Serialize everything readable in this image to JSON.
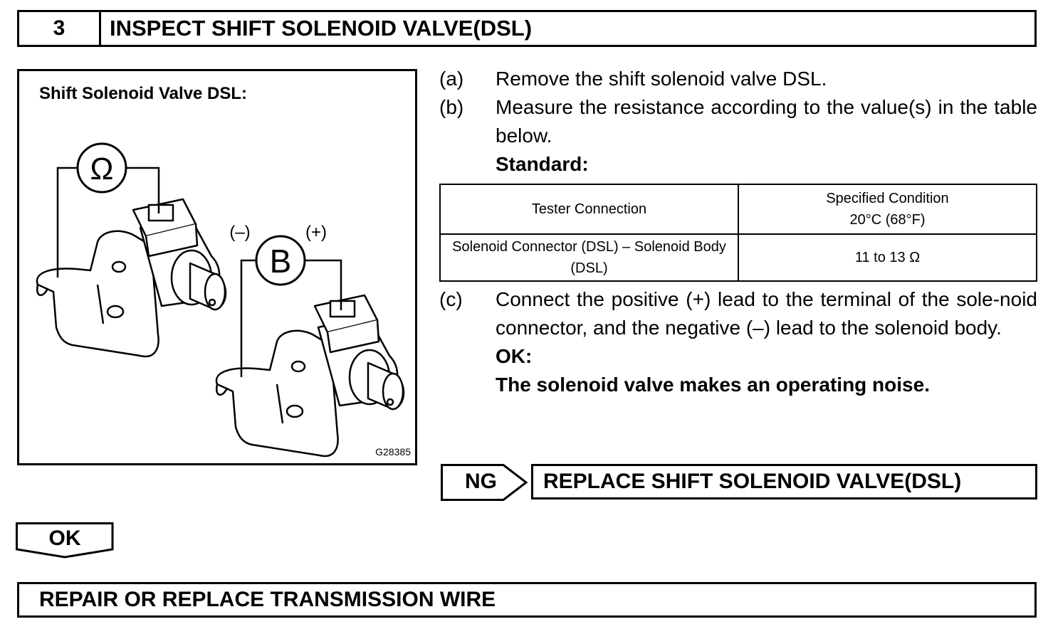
{
  "step": {
    "number": "3",
    "title": "INSPECT SHIFT SOLENOID VALVE(DSL)"
  },
  "illustration": {
    "label": "Shift Solenoid Valve DSL:",
    "ohm_symbol": "Ω",
    "battery_symbol": "B",
    "minus_label": "(–)",
    "plus_label": "(+)",
    "figure_code": "G28385"
  },
  "instructions": {
    "a": {
      "marker": "(a)",
      "text": "Remove the shift solenoid valve DSL."
    },
    "b": {
      "marker": "(b)",
      "text": "Measure the resistance according to the value(s) in the table below.",
      "standard_label": "Standard:"
    },
    "c": {
      "marker": "(c)",
      "text": "Connect the positive (+) lead to the terminal of the sole-noid connector, and the negative (–) lead to the solenoid body.",
      "ok_label": "OK:",
      "ok_text": "The solenoid valve makes an operating noise."
    }
  },
  "table": {
    "headers": [
      "Tester Connection",
      "Specified Condition",
      "20°C (68°F)"
    ],
    "rows": [
      [
        "Solenoid Connector (DSL) – Solenoid Body (DSL)",
        "11 to 13 Ω"
      ]
    ]
  },
  "ng": {
    "label": "NG",
    "action": "REPLACE SHIFT SOLENOID VALVE(DSL)"
  },
  "ok": {
    "label": "OK"
  },
  "final_action": "REPAIR OR REPLACE TRANSMISSION WIRE"
}
